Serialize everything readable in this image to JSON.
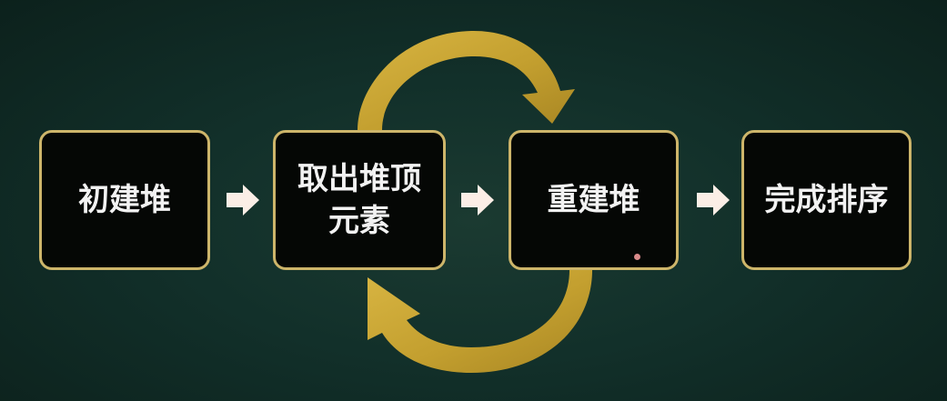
{
  "diagram": {
    "steps": [
      {
        "label": "初建堆"
      },
      {
        "label": "取出堆顶\n元素"
      },
      {
        "label": "重建堆"
      },
      {
        "label": "完成排序"
      }
    ],
    "colors": {
      "background": "#12302a",
      "box_fill": "#050705",
      "box_border": "#cdb56a",
      "loop_arrow": "#c4a032",
      "step_arrow": "#fbeee6",
      "text": "#f2f2f2"
    },
    "icons": {
      "step_arrow": "right-arrow-icon",
      "loop_top": "curved-arrow-clockwise-icon",
      "loop_bottom": "curved-arrow-back-icon"
    }
  }
}
